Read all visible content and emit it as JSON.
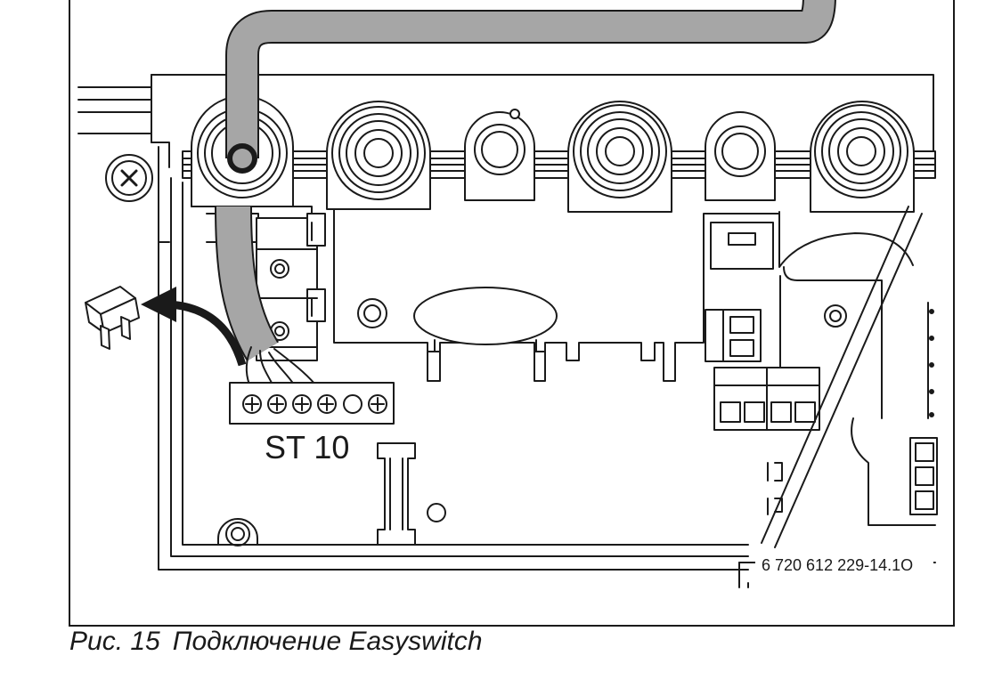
{
  "figure": {
    "terminal_label": "ST 10",
    "part_number": "6 720 612 229-14.1O",
    "caption_prefix": "Рис. 15",
    "caption_text": "Подключение Easyswitch"
  },
  "colors": {
    "line": "#1a1a1a",
    "cable": "#a6a6a6",
    "background": "#ffffff"
  },
  "icons": [
    "screw-icon",
    "arrow-icon",
    "connector-plug-icon"
  ]
}
